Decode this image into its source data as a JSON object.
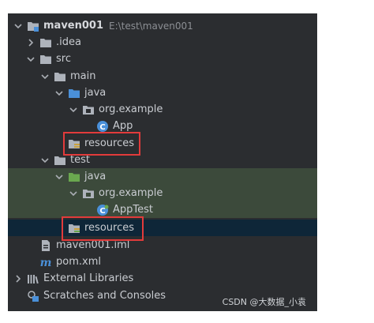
{
  "tree": {
    "project": {
      "name": "maven001",
      "path": "E:\\test\\maven001"
    },
    "idea": "idea",
    "idea_prefix": ".",
    "src": "src",
    "main": "main",
    "main_java": "java",
    "main_pkg": "org.example",
    "app": "App",
    "main_resources": "resources",
    "test": "test",
    "test_java": "java",
    "test_pkg": "org.example",
    "apptest": "AppTest",
    "test_resources": "resources",
    "iml": "maven001.iml",
    "pom": "pom.xml",
    "ext_libs": "External Libraries",
    "scratches": "Scratches and Consoles"
  },
  "watermark": "CSDN @大数据_小袁",
  "colors": {
    "panel_bg": "#2b2d30",
    "folder": "#aeb3bb",
    "source_folder": "#4a90d9",
    "test_folder": "#6aa84f",
    "resources_folder": "#c9a13d",
    "highlight_box": "#e23b3b",
    "selected_row": "#0e2638",
    "test_row": "#3c4a3b"
  },
  "icons": [
    "chevron-down-icon",
    "chevron-right-icon",
    "folder-icon",
    "module-folder-icon",
    "source-folder-icon",
    "test-source-folder-icon",
    "package-icon",
    "java-class-icon",
    "resources-folder-icon",
    "test-resources-folder-icon",
    "iml-file-icon",
    "maven-pom-icon",
    "libraries-icon",
    "scratches-icon"
  ]
}
